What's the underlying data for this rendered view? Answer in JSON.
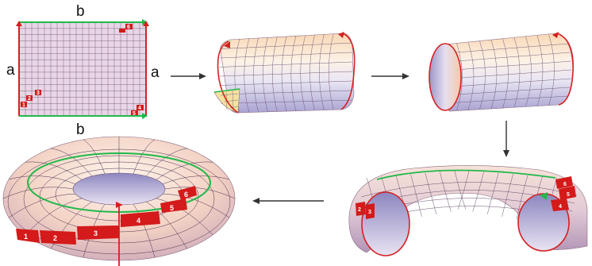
{
  "labels": {
    "a": "a",
    "b": "b"
  },
  "numbers": [
    "1",
    "2",
    "3",
    "4",
    "5",
    "6"
  ],
  "colors": {
    "grid_fill": "#e8d6e8",
    "grid_line": "#7a5a70",
    "edge_a": "#d42020",
    "edge_b": "#22b84a",
    "square": "#d41a1a",
    "arrow": "#333333",
    "surface_light": "#fdf2e6",
    "surface_dark": "#b9b4d9"
  },
  "icons": [
    "right-arrow-icon",
    "down-arrow-icon",
    "left-arrow-icon"
  ]
}
